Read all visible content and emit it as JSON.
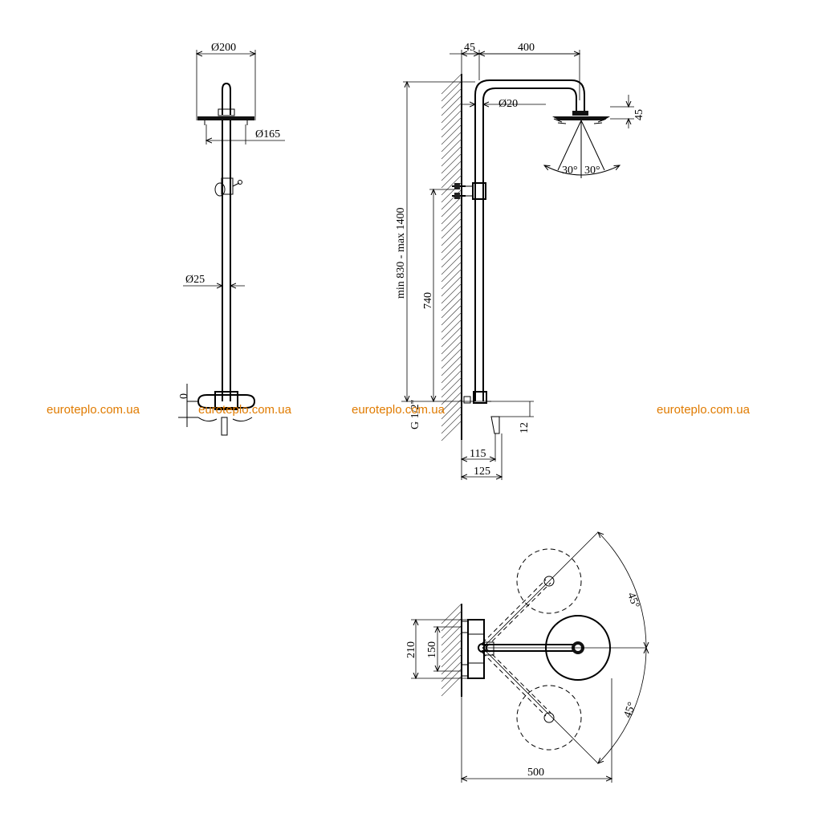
{
  "front_view": {
    "head_diameter": "Ø200",
    "inner_diameter": "Ø165",
    "pipe_diameter": "Ø25",
    "zero_mark": "0"
  },
  "side_view": {
    "offset_top": "45",
    "arm_length": "400",
    "arm_pipe_diameter": "Ø20",
    "head_height": "45",
    "spray_angle_left": "30°",
    "spray_angle_right": "30°",
    "height_range": "min 830 - max 1400",
    "mount_height": "740",
    "thread": "G 1/2\"",
    "mixer_depth_115": "115",
    "mixer_depth_125": "125",
    "mixer_height": "12"
  },
  "top_view": {
    "width_210": "210",
    "width_150": "150",
    "angle_upper": "45°",
    "angle_lower": "45°",
    "reach": "500"
  },
  "watermarks": [
    "euroteplo.com.ua",
    "euroteplo.com.ua",
    "euroteplo.com.ua",
    "euroteplo.com.ua"
  ]
}
